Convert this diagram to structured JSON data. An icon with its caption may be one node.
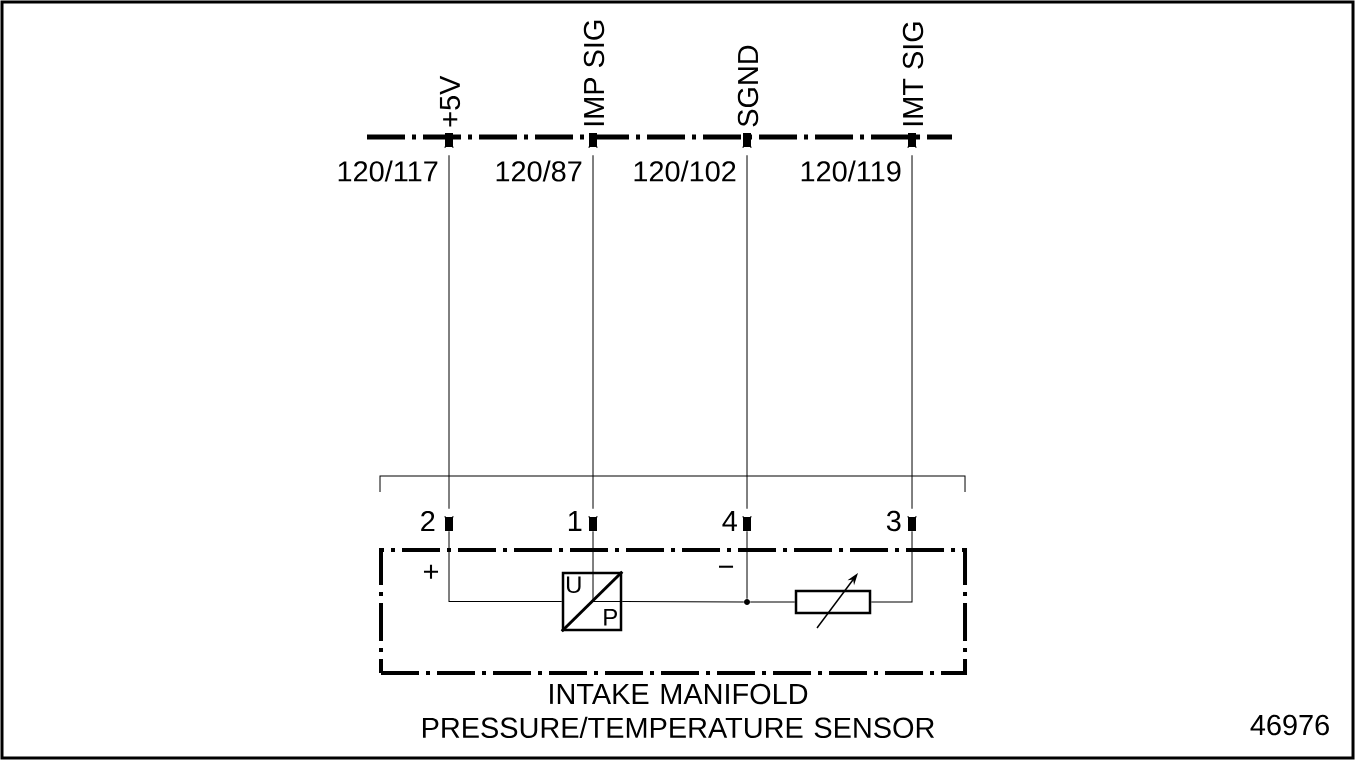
{
  "diagram": {
    "nodes": [
      {
        "text": [
          "+5V"
        ],
        "beside": [
          "120/117"
        ]
      },
      {
        "text": [
          "IMP SIG"
        ],
        "beside": [
          "120/87"
        ]
      },
      {
        "text": [
          "SGND"
        ],
        "beside": [
          "120/102"
        ]
      },
      {
        "text": [
          "IMT SIG"
        ],
        "beside": [
          "120/119"
        ]
      },
      {
        "text": [
          "2"
        ]
      },
      {
        "text": [
          "1"
        ]
      },
      {
        "text": [
          "4"
        ]
      },
      {
        "text": [
          "3"
        ]
      },
      {
        "text": [
          "INTAKE MANIFOLD PRESSURE/TEMPERATURE SENSOR"
        ]
      },
      {
        "text": [
          "U",
          "P"
        ],
        "in": 8
      },
      {
        "text": [],
        "shape": "circle",
        "in": 8
      },
      {
        "text": [],
        "shape": "box",
        "in": 8
      }
    ],
    "edges": [
      {
        "from": 0,
        "to": 4,
        "arrow": "none"
      },
      {
        "from": 1,
        "to": 5,
        "arrow": "none"
      },
      {
        "from": 2,
        "to": 6,
        "arrow": "none"
      },
      {
        "from": 3,
        "to": 7,
        "arrow": "none"
      },
      {
        "from": 4,
        "to": 9,
        "arrow": "none"
      },
      {
        "from": 5,
        "to": 9,
        "arrow": "none"
      },
      {
        "from": 9,
        "to": 10,
        "arrow": "none"
      },
      {
        "from": 6,
        "to": 10,
        "arrow": "none"
      },
      {
        "from": 10,
        "to": 11,
        "arrow": "none"
      },
      {
        "from": 11,
        "to": 7,
        "arrow": "none"
      }
    ],
    "labels": [
      "+",
      "−",
      "46976"
    ]
  }
}
